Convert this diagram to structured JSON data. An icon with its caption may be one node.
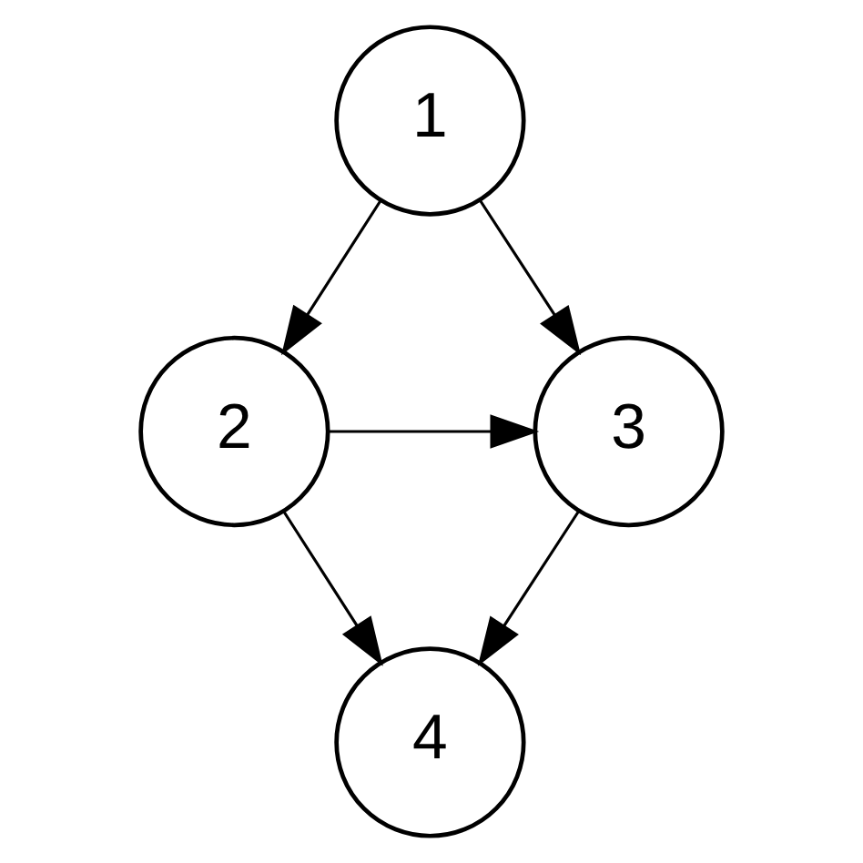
{
  "diagram": {
    "nodes": [
      {
        "text": [
          "1"
        ]
      },
      {
        "text": [
          "2"
        ]
      },
      {
        "text": [
          "3"
        ]
      },
      {
        "text": [
          "4"
        ]
      }
    ],
    "edges": [
      {
        "from": 0,
        "to": 1,
        "arrow": "to"
      },
      {
        "from": 0,
        "to": 2,
        "arrow": "to"
      },
      {
        "from": 1,
        "to": 2,
        "arrow": "to"
      },
      {
        "from": 1,
        "to": 3,
        "arrow": "to"
      },
      {
        "from": 2,
        "to": 3,
        "arrow": "to"
      }
    ]
  }
}
